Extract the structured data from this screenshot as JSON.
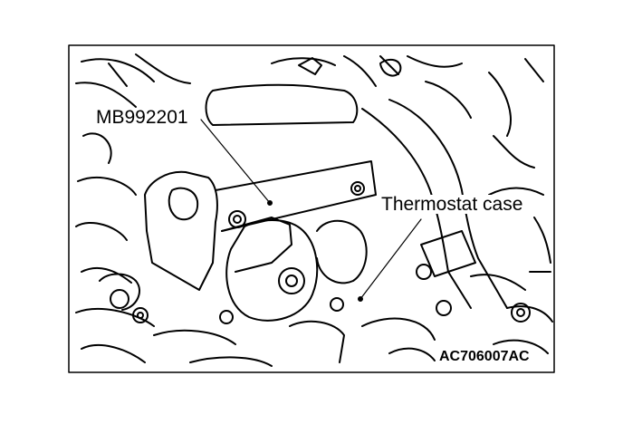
{
  "figure": {
    "labels": {
      "tool": "MB992201",
      "part": "Thermostat case",
      "code": "AC706007AC"
    },
    "colors": {
      "ink": "#000000",
      "paper": "#ffffff"
    }
  }
}
